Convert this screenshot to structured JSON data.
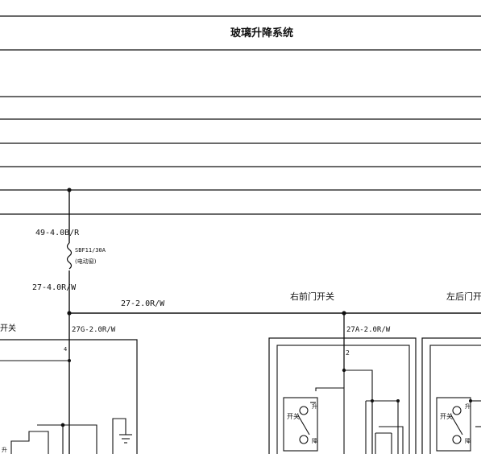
{
  "diagram": {
    "title": "玻璃升降系统",
    "wire_feed": "49-4.0B/R",
    "fuse_id": "SBF11/30A",
    "fuse_desc": "(电动窗)",
    "wire_main": "27-4.0R/W",
    "wire_branch": "27-2.0R/W",
    "wire_left": "27G-2.0R/W",
    "wire_right": "27A-2.0R/W",
    "label_left_switch": "开关",
    "label_rf_door": "右前门开关",
    "label_lr_door": "左后门开关",
    "pin_left": "4",
    "pin_right": "2",
    "switch_label": "开关",
    "sw_up": "升",
    "sw_down": "降",
    "left_sw_up": "升"
  }
}
